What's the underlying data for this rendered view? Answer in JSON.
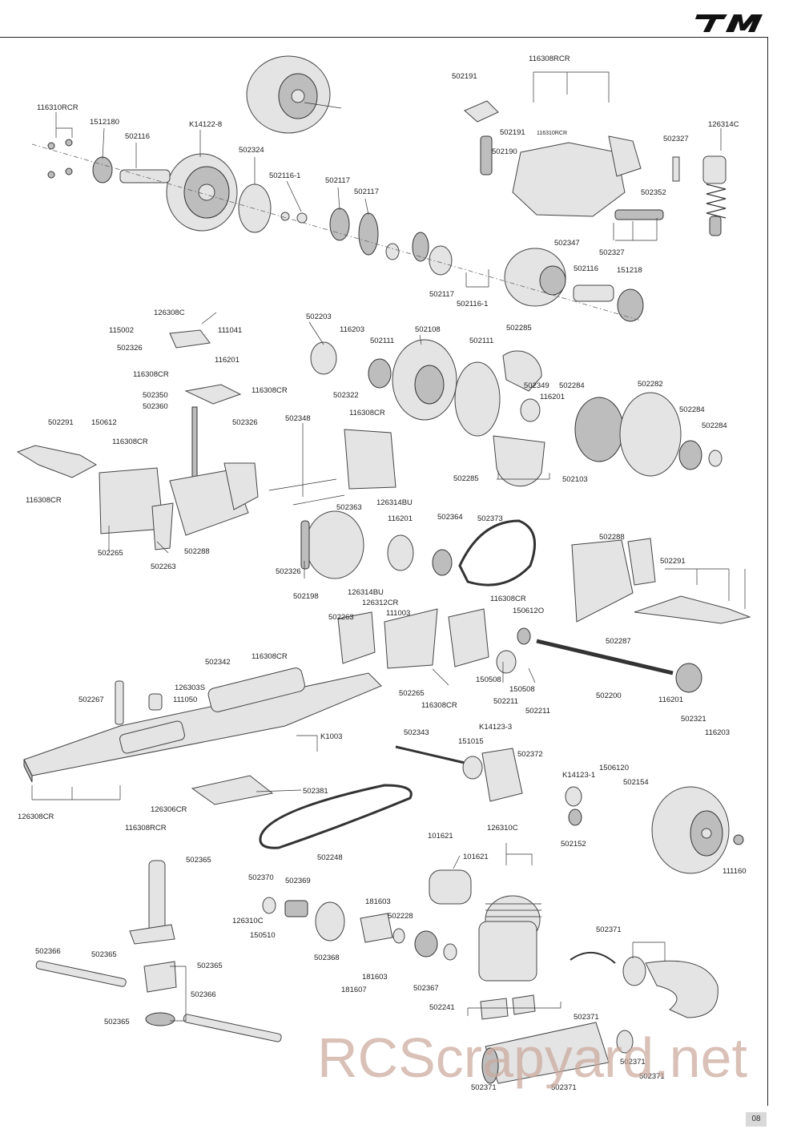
{
  "brand": {
    "logo_icon": "tm-logo-icon"
  },
  "page_number": "08",
  "watermark": "RCScrapyard.net",
  "colors": {
    "line": "#222222",
    "part_fill": "#e4e4e4",
    "watermark": "#c9a89b",
    "page_tab": "#d9d9d9"
  },
  "part_labels": [
    "116310RCR",
    "1512180",
    "502116",
    "K14122-8",
    "502324",
    "502116-1",
    "502117",
    "502117",
    "502117",
    "502116-1",
    "502116",
    "151218",
    "502191",
    "116308RCR",
    "502191",
    "116310RCR",
    "502190",
    "502327",
    "126314C",
    "502352",
    "502347",
    "502327",
    "126308C",
    "115002",
    "111041",
    "502326",
    "116201",
    "116308CR",
    "116308CR",
    "502350",
    "502360",
    "502326",
    "502203",
    "116203",
    "502111",
    "502108",
    "502111",
    "502285",
    "502349",
    "116201",
    "502284",
    "502282",
    "502284",
    "502284",
    "502285",
    "502103",
    "502322",
    "116308CR",
    "502348",
    "502291",
    "150612",
    "116308CR",
    "116308CR",
    "502265",
    "502263",
    "502288",
    "502363",
    "126314BU",
    "116201",
    "502364",
    "502373",
    "502326",
    "502198",
    "126314BU",
    "502288",
    "502291",
    "502287",
    "126312CR",
    "502263",
    "111003",
    "116308CR",
    "150612O",
    "502265",
    "116308CR",
    "150508",
    "150508",
    "502211",
    "502211",
    "502200",
    "116201",
    "502321",
    "116203",
    "502342",
    "116308CR",
    "126303S",
    "111050",
    "502267",
    "K1003",
    "502381",
    "126308CR",
    "126306CR",
    "116308RCR",
    "502343",
    "151015",
    "K14123-3",
    "502372",
    "K14123-1",
    "1506120",
    "502154",
    "502152",
    "111160",
    "502248",
    "101621",
    "101621",
    "126310C",
    "502365",
    "502370",
    "502369",
    "126310C",
    "150510",
    "181603",
    "502228",
    "502368",
    "181603",
    "181607",
    "502367",
    "502366",
    "502365",
    "502365",
    "502366",
    "502365",
    "502371",
    "502241",
    "502371",
    "502371",
    "502371",
    "502371",
    "502371"
  ]
}
